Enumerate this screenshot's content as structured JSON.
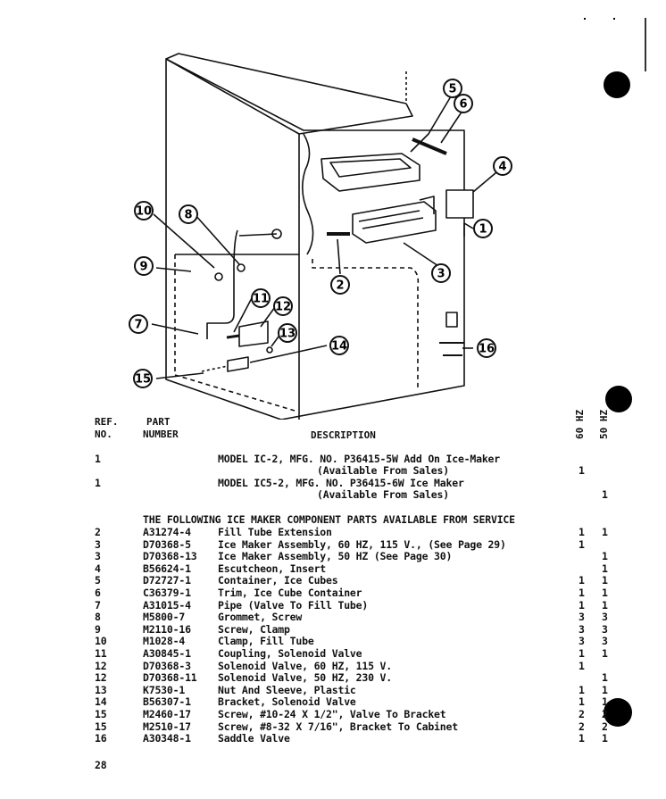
{
  "header": {
    "ref_line1": "REF.",
    "ref_line2": "NO.",
    "part_line1": "PART",
    "part_line2": "NUMBER",
    "description": "DESCRIPTION",
    "hz60": "60 HZ",
    "hz50": "50 HZ"
  },
  "models": [
    {
      "ref": "1",
      "line1": "MODEL IC-2, MFG. NO. P36415-5W Add On Ice-Maker",
      "line2": "(Available From Sales)",
      "q60": "1",
      "q50": ""
    },
    {
      "ref": "1",
      "line1": "MODEL IC5-2, MFG. NO. P36415-6W Ice Maker",
      "line2": "(Available From Sales)",
      "q60": "",
      "q50": "1"
    }
  ],
  "section_heading": "THE FOLLOWING ICE MAKER COMPONENT PARTS AVAILABLE FROM SERVICE",
  "parts": [
    {
      "ref": "2",
      "part": "A31274-4",
      "desc": "Fill Tube Extension",
      "q60": "1",
      "q50": "1"
    },
    {
      "ref": "3",
      "part": "D70368-5",
      "desc": "Ice Maker Assembly, 60 HZ, 115 V., (See Page 29)",
      "q60": "1",
      "q50": ""
    },
    {
      "ref": "3",
      "part": "D70368-13",
      "desc": "Ice Maker Assembly, 50 HZ (See Page 30)",
      "q60": "",
      "q50": "1"
    },
    {
      "ref": "4",
      "part": "B56624-1",
      "desc": "Escutcheon, Insert",
      "q60": "",
      "q50": "1"
    },
    {
      "ref": "5",
      "part": "D72727-1",
      "desc": "Container, Ice Cubes",
      "q60": "1",
      "q50": "1"
    },
    {
      "ref": "6",
      "part": "C36379-1",
      "desc": "Trim, Ice Cube Container",
      "q60": "1",
      "q50": "1"
    },
    {
      "ref": "7",
      "part": "A31015-4",
      "desc": "Pipe (Valve To Fill Tube)",
      "q60": "1",
      "q50": "1"
    },
    {
      "ref": "8",
      "part": "M5800-7",
      "desc": "Grommet, Screw",
      "q60": "3",
      "q50": "3"
    },
    {
      "ref": "9",
      "part": "M2110-16",
      "desc": "Screw, Clamp",
      "q60": "3",
      "q50": "3"
    },
    {
      "ref": "10",
      "part": "M1028-4",
      "desc": "Clamp, Fill Tube",
      "q60": "3",
      "q50": "3"
    },
    {
      "ref": "11",
      "part": "A30845-1",
      "desc": "Coupling, Solenoid Valve",
      "q60": "1",
      "q50": "1"
    },
    {
      "ref": "12",
      "part": "D70368-3",
      "desc": "Solenoid Valve, 60 HZ, 115 V.",
      "q60": "1",
      "q50": ""
    },
    {
      "ref": "12",
      "part": "D70368-11",
      "desc": "Solenoid Valve, 50 HZ, 230 V.",
      "q60": "",
      "q50": "1"
    },
    {
      "ref": "13",
      "part": "K7530-1",
      "desc": "Nut And Sleeve, Plastic",
      "q60": "1",
      "q50": "1"
    },
    {
      "ref": "14",
      "part": "B56307-1",
      "desc": "Bracket, Solenoid Valve",
      "q60": "1",
      "q50": "1"
    },
    {
      "ref": "15",
      "part": "M2460-17",
      "desc": "Screw, #10-24 X 1/2\", Valve To Bracket",
      "q60": "2",
      "q50": "2"
    },
    {
      "ref": "15",
      "part": "M2510-17",
      "desc": "Screw, #8-32 X 7/16\", Bracket To Cabinet",
      "q60": "2",
      "q50": "2"
    },
    {
      "ref": "16",
      "part": "A30348-1",
      "desc": "Saddle Valve",
      "q60": "1",
      "q50": "1"
    }
  ],
  "page_number": "28",
  "diagram_callouts": [
    "1",
    "2",
    "3",
    "4",
    "5",
    "6",
    "7",
    "8",
    "9",
    "10",
    "11",
    "12",
    "13",
    "14",
    "15",
    "16"
  ]
}
